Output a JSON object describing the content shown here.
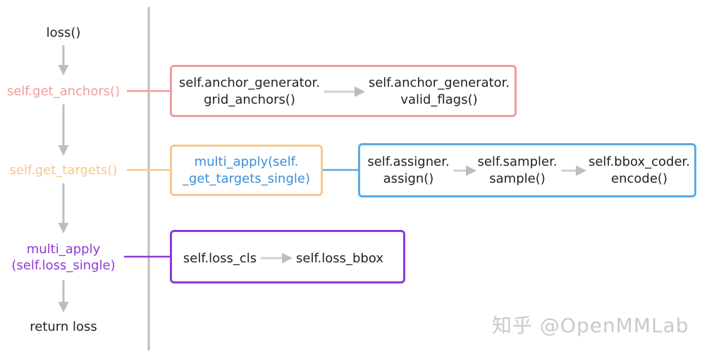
{
  "colors": {
    "anchors": "#f29a9a",
    "targets": "#f6c78e",
    "blue_box": "#5aaae6",
    "blue_text": "#3a8fd6",
    "purple": "#8e3ad6",
    "arrow": "#bdbdbd",
    "divider": "#bdbdbd"
  },
  "left_flow": {
    "loss": "loss()",
    "get_anchors": "self.get_anchors()",
    "get_targets": "self.get_targets()",
    "multi_apply_line1": "multi_apply",
    "multi_apply_line2": "(self.loss_single)",
    "return_loss": "return loss"
  },
  "anchors_box": {
    "step1_line1": "self.anchor_generator.",
    "step1_line2": "grid_anchors()",
    "step2_line1": "self.anchor_generator.",
    "step2_line2": "valid_flags()"
  },
  "targets_box": {
    "line1": "multi_apply(self.",
    "line2": "_get_targets_single)"
  },
  "assign_box": {
    "step1_line1": "self.assigner.",
    "step1_line2": "assign()",
    "step2_line1": "self.sampler.",
    "step2_line2": "sample()",
    "step3_line1": "self.bbox_coder.",
    "step3_line2": "encode()"
  },
  "loss_box": {
    "step1": "self.loss_cls",
    "step2": "self.loss_bbox"
  },
  "watermark": "知乎 @OpenMMLab"
}
